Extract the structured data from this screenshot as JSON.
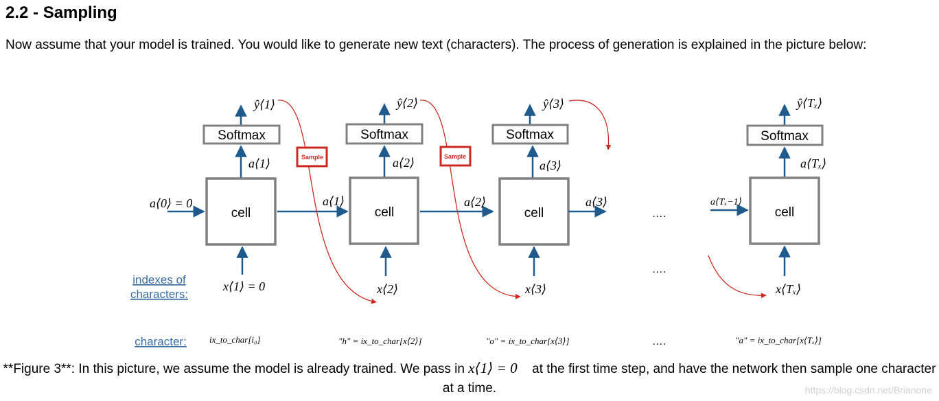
{
  "section_title": "2.2 - Sampling",
  "intro_text": "Now assume that your model is trained. You would like to generate new text (characters). The process of generation is explained in the picture below:",
  "diagram": {
    "softmax_label": "Softmax",
    "cell_label": "cell",
    "sample_label": "Sample",
    "ellipsis": "….",
    "labels": {
      "indexes_of_characters_line1": "indexes of",
      "indexes_of_characters_line2": "characters:",
      "character": "character:"
    },
    "y_hat": [
      "ŷ⟨1⟩",
      "ŷ⟨2⟩",
      "ŷ⟨3⟩",
      "ŷ⟨Tₓ⟩"
    ],
    "a_up": [
      "a⟨1⟩",
      "a⟨2⟩",
      "a⟨3⟩",
      "a⟨Tₓ⟩"
    ],
    "a_horizontal": [
      "a⟨0⟩ = 0⃗",
      "a⟨1⟩",
      "a⟨2⟩",
      "a⟨3⟩",
      "a⟨Tₓ−1⟩"
    ],
    "x_inputs": [
      "x⟨1⟩ = 0⃗",
      "x⟨2⟩",
      "x⟨3⟩",
      "x⟨Tₓ⟩"
    ],
    "characters": [
      "ix_to_char[i₀]",
      "\"h\" = ix_to_char[x⟨2⟩]",
      "\"o\" = ix_to_char[x⟨3⟩]",
      "\"a\" = ix_to_char[x⟨Tₓ⟩]"
    ]
  },
  "caption": {
    "prefix": "**Figure 3**: In this picture, we assume the model is already trained. We pass in ",
    "math": "x⟨1⟩ = 0⃗",
    "suffix": " at the first time step, and have the network then sample one character at a time."
  },
  "watermark": "https://blog.csdn.net/Brianone",
  "colors": {
    "box_stroke": "#808080",
    "arrow_blue": "#1f5a8c",
    "sample_red": "#cc2a1f",
    "link_blue": "#3a6ea0"
  }
}
